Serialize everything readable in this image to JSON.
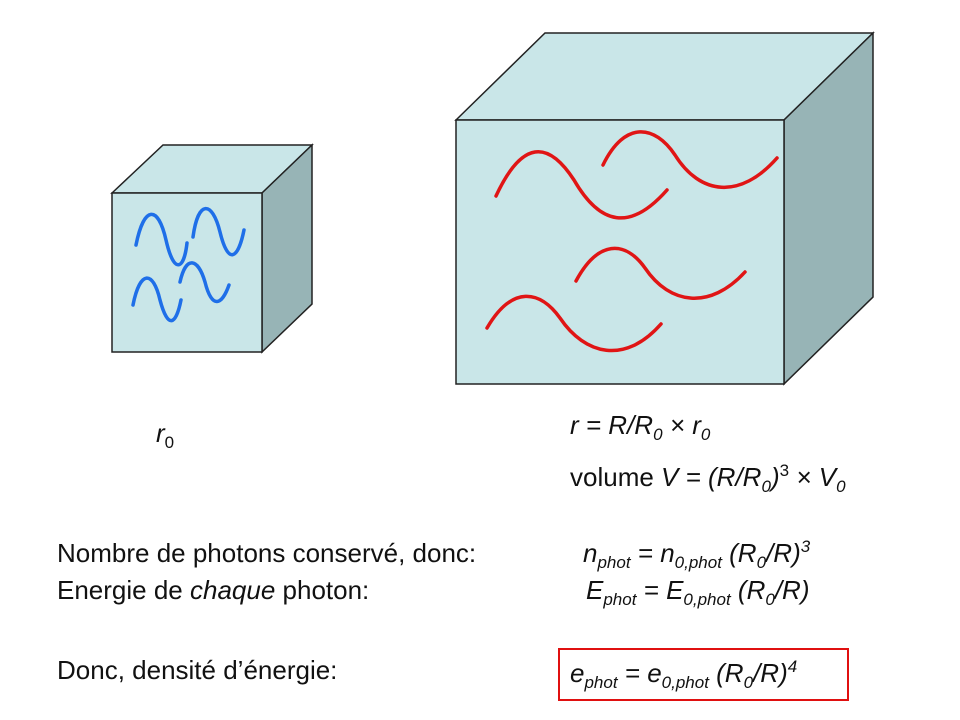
{
  "small_cube": {
    "label_symbol": "r",
    "label_subscript": "0",
    "wave_color": "#1f6fe8",
    "face_color": "#c9e6e8"
  },
  "large_cube": {
    "wave_color": "#e01515",
    "face_color": "#c9e6e8",
    "radius_eq": {
      "lhs": "r",
      "eq": " = R/R",
      "sub1": "0",
      "times": " × r",
      "sub2": "0"
    },
    "volume_eq": {
      "word": "volume ",
      "v": "V",
      "eq": " = (R/R",
      "sub1": "0",
      "close": ")",
      "exp": "3",
      "times": " × V",
      "sub2": "0"
    }
  },
  "statements": [
    {
      "text": "Nombre de photons conservé, donc:",
      "lhs": "n",
      "lhs_sub": "phot",
      "eq": " = n",
      "rhs_sub": "0,phot",
      "factor": " (R",
      "factor_sub": "0",
      "factor_tail": "/R)",
      "exp": "3"
    },
    {
      "text_pre": "Energie de ",
      "text_em": "chaque",
      "text_post": " photon:",
      "lhs": "E",
      "lhs_sub": "phot",
      "eq": " = E",
      "rhs_sub": "0,phot",
      "factor": " (R",
      "factor_sub": "0",
      "factor_tail": "/R)"
    },
    {
      "text": "Donc, densité d’énergie:",
      "lhs": "e",
      "lhs_sub": "phot",
      "eq": " = e",
      "rhs_sub": "0,phot",
      "factor": " (R",
      "factor_sub": "0",
      "factor_tail": "/R)",
      "exp": "4"
    }
  ],
  "highlight_color": "#e01010"
}
